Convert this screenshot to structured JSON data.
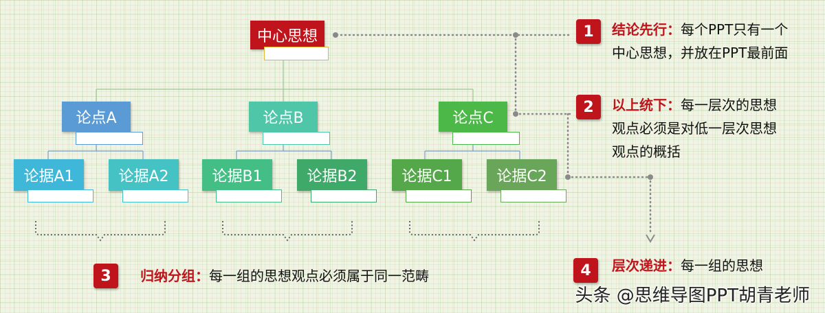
{
  "tree": {
    "root": {
      "label": "中心思想",
      "color": "#c0141c"
    },
    "points": [
      {
        "label": "论点A",
        "color": "#5b9bd5"
      },
      {
        "label": "论点B",
        "color": "#4fc6a8"
      },
      {
        "label": "论点C",
        "color": "#4cb848"
      }
    ],
    "evidence": [
      {
        "label": "论据A1",
        "color": "#3fb7d8"
      },
      {
        "label": "论据A2",
        "color": "#45c3c4"
      },
      {
        "label": "论据B1",
        "color": "#43bf86"
      },
      {
        "label": "论据B2",
        "color": "#3fa96a"
      },
      {
        "label": "论据C1",
        "color": "#55a84a"
      },
      {
        "label": "论据C2",
        "color": "#6aa65a"
      }
    ]
  },
  "principles": [
    {
      "number": "1",
      "title": "结论先行：",
      "text": "每个PPT只有一个",
      "line2": "中心思想，并放在PPT最前面",
      "line3": ""
    },
    {
      "number": "2",
      "title": "以上统下：",
      "text": "每一层次的思想",
      "line2": "观点必须是对低一层次思想",
      "line3": "观点的概括"
    },
    {
      "number": "3",
      "title": "归纳分组：",
      "text": "每一组的思想观点必须属于同一范畴",
      "line2": "",
      "line3": ""
    },
    {
      "number": "4",
      "title": "层次递进：",
      "text": "每一组的思想",
      "line2": "",
      "line3": ""
    }
  ],
  "watermark": "头条 @思维导图PPT胡青老师"
}
